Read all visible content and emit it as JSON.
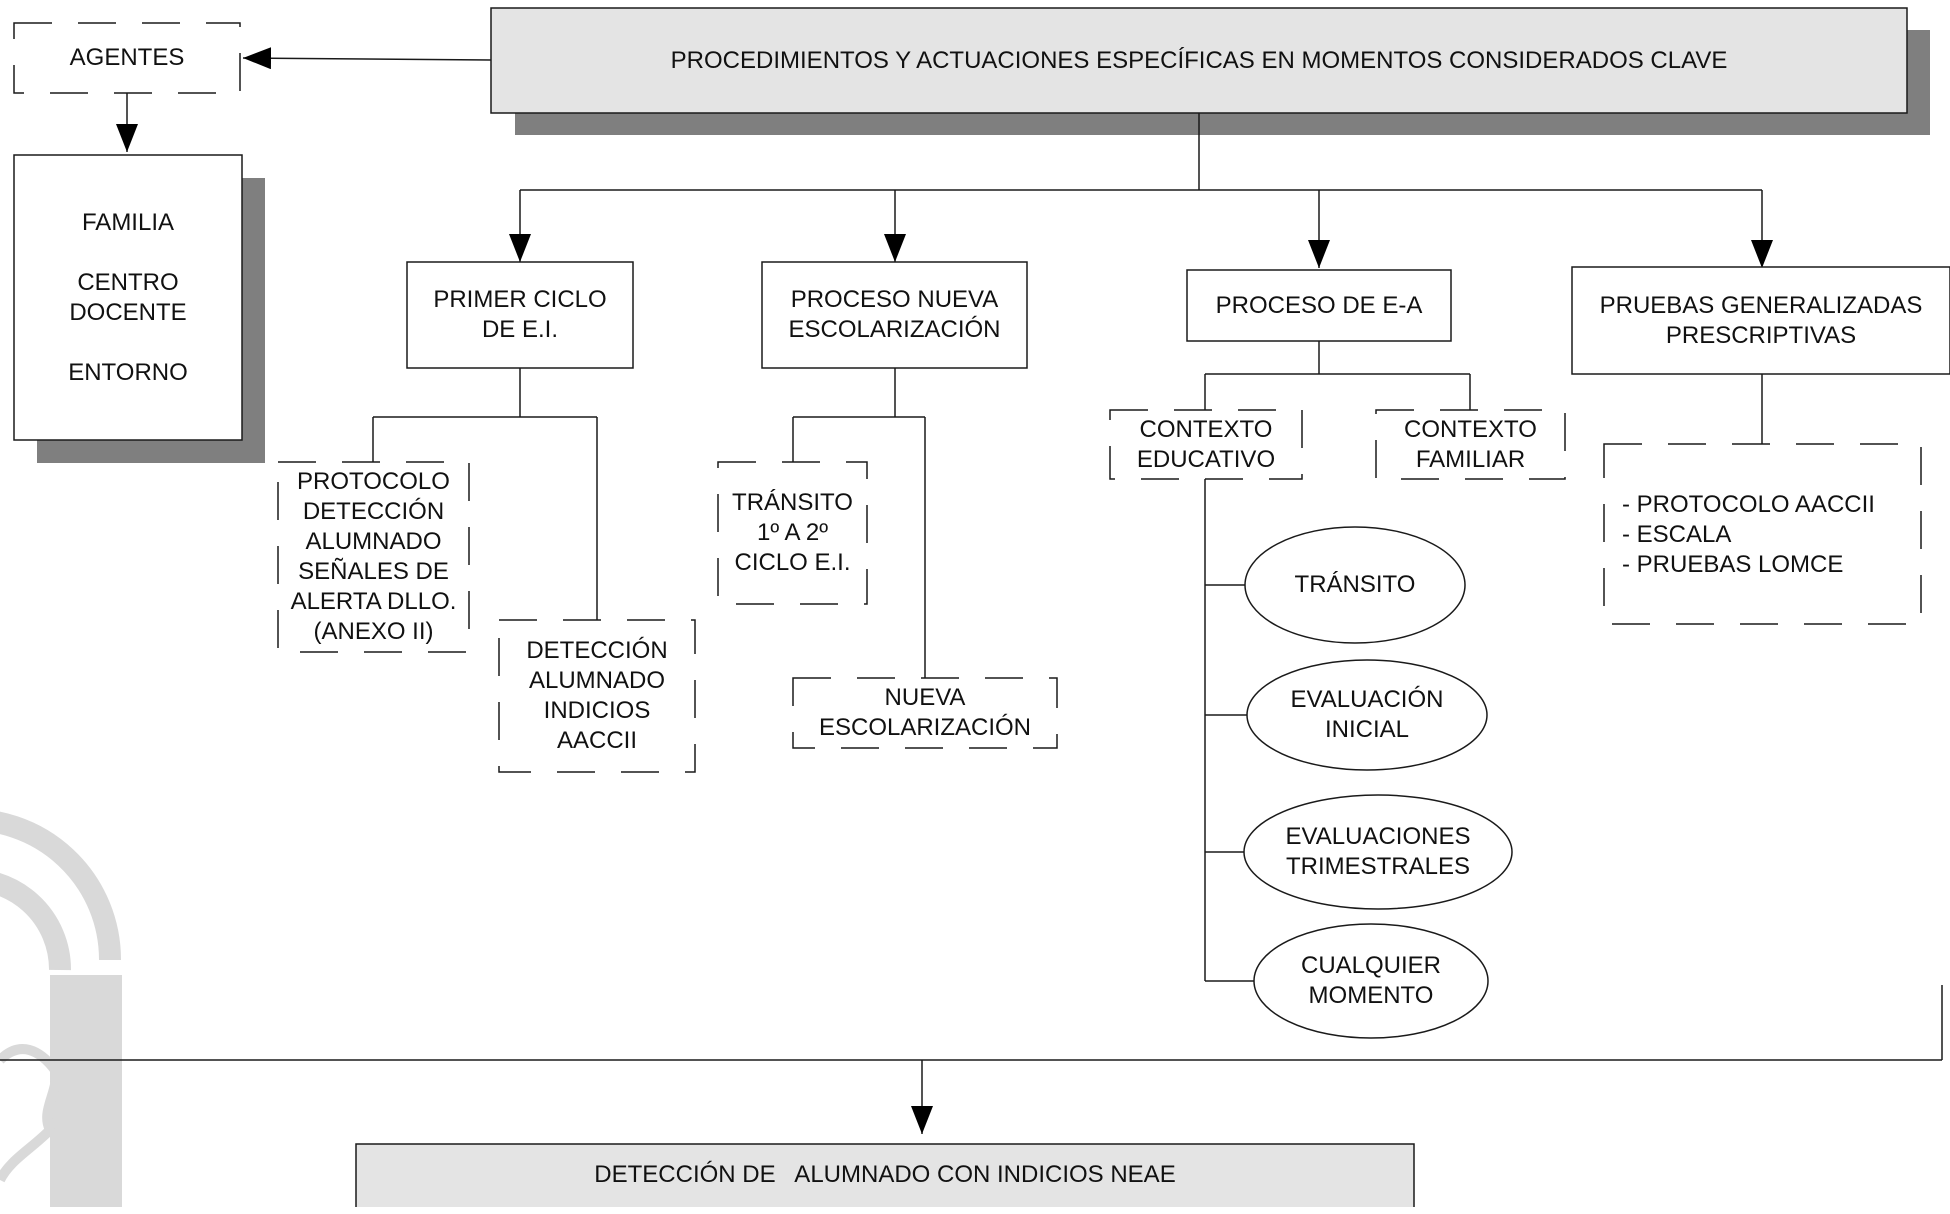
{
  "top": {
    "title": "PROCEDIMIENTOS Y ACTUACIONES ESPECÍFICAS EN MOMENTOS CONSIDERADOS CLAVE"
  },
  "agentes": {
    "label": "AGENTES",
    "list": "FAMILIA\n\nCENTRO\nDOCENTE\n\nENTORNO"
  },
  "branches": {
    "primer_ciclo": "PRIMER CICLO\nDE E.I.",
    "proceso_nueva": "PROCESO NUEVA\nESCOLARIZACIÓN",
    "proceso_ea": "PROCESO DE E-A",
    "pruebas": "PRUEBAS GENERALIZADAS\nPRESCRIPTIVAS"
  },
  "sub": {
    "protocolo": "PROTOCOLO\nDETECCIÓN\nALUMNADO\nSEÑALES DE\nALERTA DLLO.\n(ANEXO II)",
    "deteccion_aaccii": "DETECCIÓN\nALUMNADO\nINDICIOS\nAACCII",
    "transito_ciclo": "TRÁNSITO\n1º A 2º\nCICLO E.I.",
    "nueva_escolarizacion": "NUEVA\nESCOLARIZACIÓN",
    "contexto_educativo": "CONTEXTO\nEDUCATIVO",
    "contexto_familiar": "CONTEXTO\nFAMILIAR",
    "pruebas_list": "- PROTOCOLO AACCII\n- ESCALA\n- PRUEBAS LOMCE"
  },
  "moments": {
    "transito": "TRÁNSITO",
    "evaluacion_inicial": "EVALUACIÓN\nINICIAL",
    "evaluaciones_trimestrales": "EVALUACIONES\nTRIMESTRALES",
    "cualquier_momento": "CUALQUIER\nMOMENTO"
  },
  "bottom": {
    "title": "DETECCIÓN DE   ALUMNADO CON INDICIOS NEAE"
  },
  "colors": {
    "box_fill": "#e4e4e4",
    "shadow": "#7f7f7f",
    "line": "#1a1a1a",
    "watermark": "#d9d9d9"
  }
}
